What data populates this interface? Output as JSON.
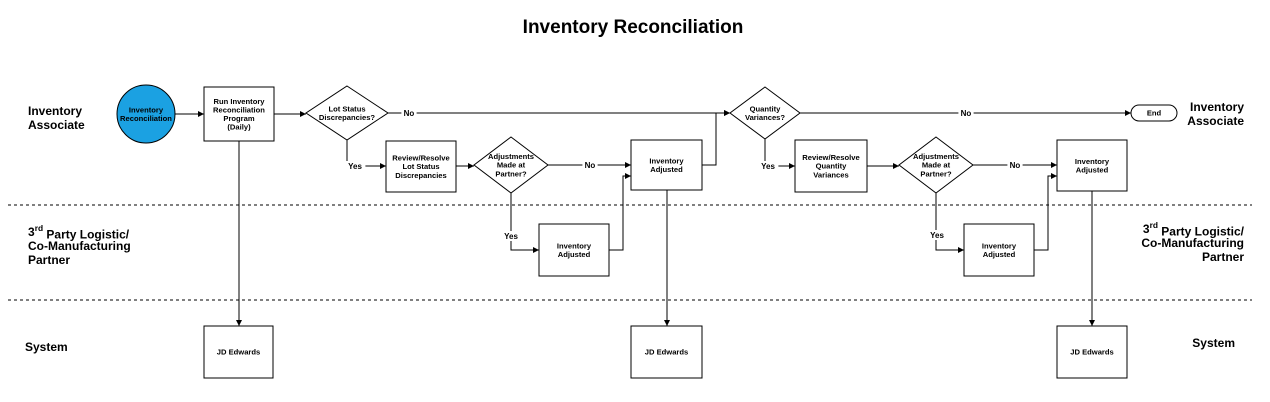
{
  "title": "Inventory Reconciliation",
  "colors": {
    "start_fill": "#1ba1e2",
    "stroke": "#000000",
    "background": "#ffffff"
  },
  "lanes": {
    "inventory_associate": "Inventory\nAssociate",
    "inventory_associate_right": "Inventory\nAssociate",
    "partner": "3rd Party Logistic/\nCo-Manufacturing\nPartner",
    "partner_right": "3rd Party Logistic/\nCo-Manufacturing\nPartner",
    "system": "System",
    "system_right": "System"
  },
  "nodes": [
    {
      "id": "start",
      "shape": "circle",
      "text": "Inventory\nReconciliation"
    },
    {
      "id": "run",
      "shape": "rect",
      "text": "Run Inventory\nReconciliation\nProgram\n(Daily)"
    },
    {
      "id": "lot_dec",
      "shape": "diamond",
      "text": "Lot Status\nDiscrepancies?"
    },
    {
      "id": "review_lot",
      "shape": "rect",
      "text": "Review/Resolve\nLot Status\nDiscrepancies"
    },
    {
      "id": "adj_dec1",
      "shape": "diamond",
      "text": "Adjustments\nMade at\nPartner?"
    },
    {
      "id": "inv_adj_partner1",
      "shape": "rect",
      "text": "Inventory\nAdjusted"
    },
    {
      "id": "inv_adj1",
      "shape": "rect",
      "text": "Inventory\nAdjusted"
    },
    {
      "id": "qty_dec",
      "shape": "diamond",
      "text": "Quantity\nVariances?"
    },
    {
      "id": "review_qty",
      "shape": "rect",
      "text": "Review/Resolve\nQuantity\nVariances"
    },
    {
      "id": "adj_dec2",
      "shape": "diamond",
      "text": "Adjustments\nMade at\nPartner?"
    },
    {
      "id": "inv_adj_partner2",
      "shape": "rect",
      "text": "Inventory\nAdjusted"
    },
    {
      "id": "inv_adj2",
      "shape": "rect",
      "text": "Inventory\nAdjusted"
    },
    {
      "id": "end",
      "shape": "terminator",
      "text": "End"
    },
    {
      "id": "jde1",
      "shape": "rect",
      "text": "JD Edwards"
    },
    {
      "id": "jde2",
      "shape": "rect",
      "text": "JD Edwards"
    },
    {
      "id": "jde3",
      "shape": "rect",
      "text": "JD Edwards"
    }
  ],
  "edges": [
    {
      "id": "e1",
      "from": "start",
      "to": "run"
    },
    {
      "id": "e2",
      "from": "run",
      "to": "lot_dec"
    },
    {
      "id": "e3",
      "from": "lot_dec",
      "to": "qty_dec",
      "label": "No"
    },
    {
      "id": "e4",
      "from": "lot_dec",
      "to": "review_lot",
      "label": "Yes"
    },
    {
      "id": "e5",
      "from": "review_lot",
      "to": "adj_dec1"
    },
    {
      "id": "e6",
      "from": "adj_dec1",
      "to": "inv_adj1",
      "label": "No"
    },
    {
      "id": "e7",
      "from": "adj_dec1",
      "to": "inv_adj_partner1",
      "label": "Yes"
    },
    {
      "id": "e8",
      "from": "inv_adj_partner1",
      "to": "inv_adj1"
    },
    {
      "id": "e9",
      "from": "inv_adj1",
      "to": "qty_dec"
    },
    {
      "id": "e10",
      "from": "qty_dec",
      "to": "end",
      "label": "No"
    },
    {
      "id": "e11",
      "from": "qty_dec",
      "to": "review_qty",
      "label": "Yes"
    },
    {
      "id": "e12",
      "from": "review_qty",
      "to": "adj_dec2"
    },
    {
      "id": "e13",
      "from": "adj_dec2",
      "to": "inv_adj2",
      "label": "No"
    },
    {
      "id": "e14",
      "from": "adj_dec2",
      "to": "inv_adj_partner2",
      "label": "Yes"
    },
    {
      "id": "e15",
      "from": "inv_adj_partner2",
      "to": "inv_adj2"
    },
    {
      "id": "e16",
      "from": "run",
      "to": "jde1"
    },
    {
      "id": "e17",
      "from": "inv_adj1",
      "to": "jde2"
    },
    {
      "id": "e18",
      "from": "inv_adj2",
      "to": "jde3"
    }
  ]
}
